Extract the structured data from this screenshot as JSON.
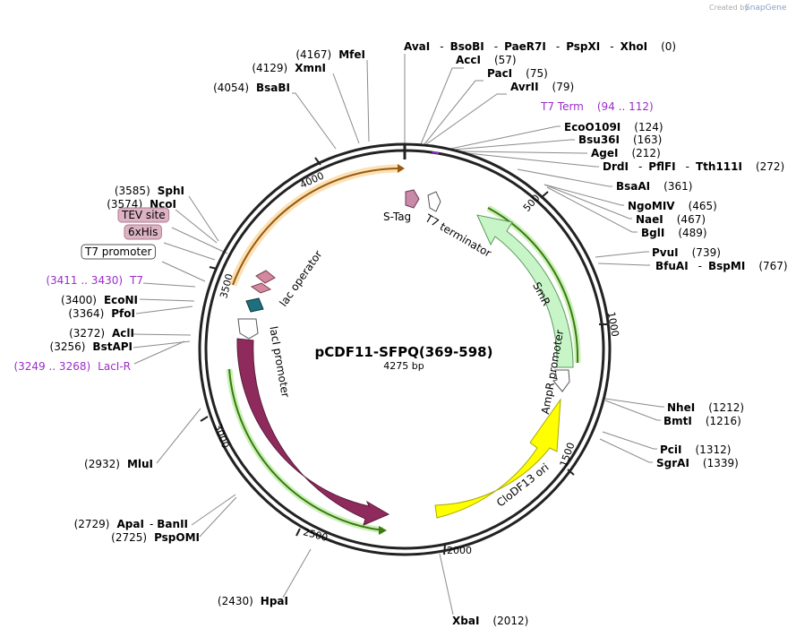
{
  "plasmid": {
    "name": "pCDF11-SFPQ(369-598)",
    "length_label": "4275 bp",
    "length": 4275
  },
  "credit": {
    "created_by": "Created by",
    "brand": "SnapGene"
  },
  "colors": {
    "backbone": "#222222",
    "lacI": "#8e2b5c",
    "smr": "#c8f5c8",
    "clodf13": "#ffff00",
    "lac_operator": "#d48a9e",
    "cap_site": "#1f6f7d",
    "s_tag": "#c98aa8",
    "orange_feature": "#f0a020",
    "green_feature": "#7fcc3a",
    "purple_label": "#9b2dc9"
  },
  "ticks": [
    "500",
    "1000",
    "1500",
    "2000",
    "2500",
    "3000",
    "3500",
    "4000"
  ],
  "sites_right": [
    {
      "parts": [
        "AvaI",
        "BsoBI",
        "PaeR7I",
        "PspXI",
        "XhoI"
      ],
      "pos": "(0)"
    },
    {
      "parts": [
        "AccI"
      ],
      "pos": "(57)"
    },
    {
      "parts": [
        "PacI"
      ],
      "pos": "(75)"
    },
    {
      "parts": [
        "AvrII"
      ],
      "pos": "(79)"
    },
    {
      "parts": [
        "T7 Term"
      ],
      "pos": "(94 .. 112)",
      "purple": true
    },
    {
      "parts": [
        "EcoO109I"
      ],
      "pos": "(124)"
    },
    {
      "parts": [
        "Bsu36I"
      ],
      "pos": "(163)"
    },
    {
      "parts": [
        "AgeI"
      ],
      "pos": "(212)"
    },
    {
      "parts": [
        "DrdI",
        "PflFI",
        "Tth111I"
      ],
      "pos": "(272)"
    },
    {
      "parts": [
        "BsaAI"
      ],
      "pos": "(361)"
    },
    {
      "parts": [
        "NgoMIV"
      ],
      "pos": "(465)"
    },
    {
      "parts": [
        "NaeI"
      ],
      "pos": "(467)"
    },
    {
      "parts": [
        "BglI"
      ],
      "pos": "(489)"
    },
    {
      "parts": [
        "PvuI"
      ],
      "pos": "(739)"
    },
    {
      "parts": [
        "BfuAI",
        "BspMI"
      ],
      "pos": "(767)"
    },
    {
      "parts": [
        "NheI"
      ],
      "pos": "(1212)"
    },
    {
      "parts": [
        "BmtI"
      ],
      "pos": "(1216)"
    },
    {
      "parts": [
        "PciI"
      ],
      "pos": "(1312)"
    },
    {
      "parts": [
        "SgrAI"
      ],
      "pos": "(1339)"
    },
    {
      "parts": [
        "XbaI"
      ],
      "pos": "(2012)"
    }
  ],
  "sites_left": [
    {
      "parts": [
        "MfeI"
      ],
      "pos": "(4167)"
    },
    {
      "parts": [
        "XmnI"
      ],
      "pos": "(4129)"
    },
    {
      "parts": [
        "BsaBI"
      ],
      "pos": "(4054)"
    },
    {
      "parts": [
        "SphI"
      ],
      "pos": "(3585)"
    },
    {
      "parts": [
        "NcoI"
      ],
      "pos": "(3574)"
    },
    {
      "parts": [
        "TEV site"
      ],
      "pos": "",
      "box": "pink"
    },
    {
      "parts": [
        "6xHis"
      ],
      "pos": "",
      "box": "pink"
    },
    {
      "parts": [
        "T7 promoter"
      ],
      "pos": "",
      "box": "white"
    },
    {
      "parts": [
        "T7"
      ],
      "pos": "(3411 .. 3430)",
      "purple": true
    },
    {
      "parts": [
        "EcoNI"
      ],
      "pos": "(3400)"
    },
    {
      "parts": [
        "PfoI"
      ],
      "pos": "(3364)"
    },
    {
      "parts": [
        "AclI"
      ],
      "pos": "(3272)"
    },
    {
      "parts": [
        "BstAPI"
      ],
      "pos": "(3256)"
    },
    {
      "parts": [
        "LacI-R"
      ],
      "pos": "(3249 .. 3268)",
      "purple": true
    },
    {
      "parts": [
        "MluI"
      ],
      "pos": "(2932)"
    },
    {
      "parts": [
        "ApaI",
        "BanII"
      ],
      "pos": "(2729)"
    },
    {
      "parts": [
        "PspOMI"
      ],
      "pos": "(2725)"
    },
    {
      "parts": [
        "HpaI"
      ],
      "pos": "(2430)"
    }
  ],
  "features": {
    "s_tag": "S-Tag",
    "t7_terminator": "T7 terminator",
    "smr": "SmR",
    "ampr_promoter": "AmpR promoter",
    "clodf13_ori": "CloDF13 ori",
    "lacI": "lacI",
    "lacI_promoter": "lacI promoter",
    "lac_operator": "lac operator"
  }
}
